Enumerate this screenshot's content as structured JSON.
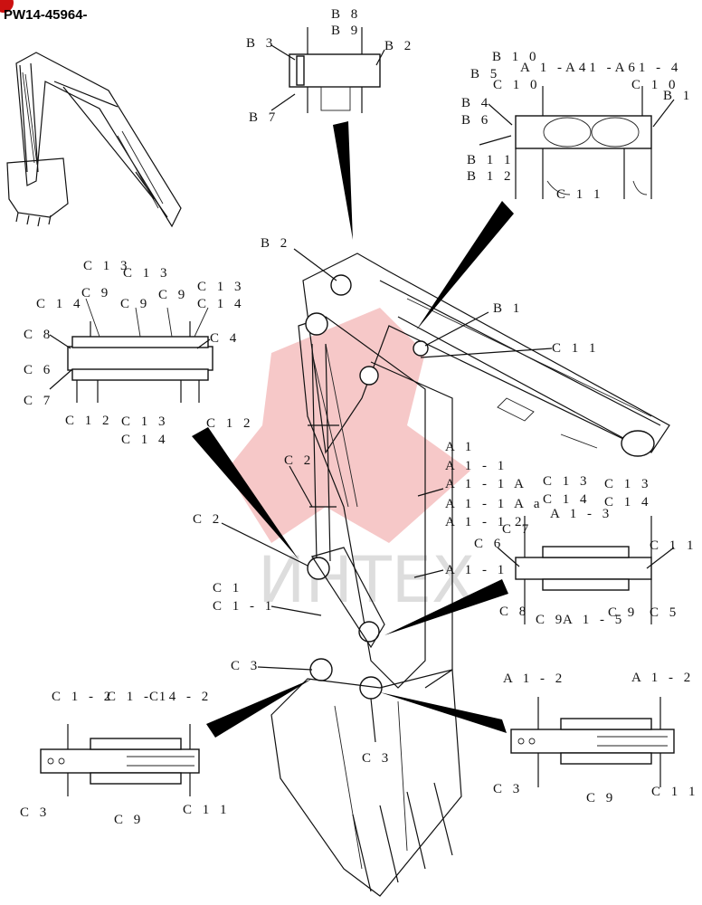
{
  "page": {
    "part_number": "PW14-45964-",
    "watermark": "ИНТЕХ",
    "accent_color": "#cc1111"
  },
  "labels": [
    {
      "id": "tr-b8",
      "text": "B 8"
    },
    {
      "id": "tr-b9",
      "text": "B 9"
    },
    {
      "id": "tr-b3",
      "text": "B 3"
    },
    {
      "id": "tr-b2",
      "text": "B 2"
    },
    {
      "id": "tr-b7",
      "text": "B 7"
    },
    {
      "id": "rt-b10",
      "text": "B 1 0"
    },
    {
      "id": "rt-a1",
      "text": "A 1 -A41 -A61 - 4"
    },
    {
      "id": "rt-b5",
      "text": "B 5"
    },
    {
      "id": "rt-c10a",
      "text": "C 1 0"
    },
    {
      "id": "rt-c10b",
      "text": "C 1 0"
    },
    {
      "id": "rt-b1",
      "text": "B 1"
    },
    {
      "id": "rt-b4",
      "text": "B 4"
    },
    {
      "id": "rt-b6",
      "text": "B 6"
    },
    {
      "id": "rt-b11",
      "text": "B 1 1"
    },
    {
      "id": "rt-b12",
      "text": "B 1 2"
    },
    {
      "id": "rt-c11",
      "text": "C 1 1"
    },
    {
      "id": "m-b2",
      "text": "B 2"
    },
    {
      "id": "m-b1",
      "text": "B 1"
    },
    {
      "id": "m-c11",
      "text": "C 1 1"
    },
    {
      "id": "ml-c13a",
      "text": "C 1 3"
    },
    {
      "id": "ml-c13b",
      "text": "C 1 3"
    },
    {
      "id": "ml-c13c",
      "text": "C 1 3"
    },
    {
      "id": "ml-c14a",
      "text": "C 1 4"
    },
    {
      "id": "ml-c9a",
      "text": "C 9"
    },
    {
      "id": "ml-c9b",
      "text": "C 9"
    },
    {
      "id": "ml-c9c",
      "text": "C 9"
    },
    {
      "id": "ml-c14b",
      "text": "C 1 4"
    },
    {
      "id": "ml-c8",
      "text": "C 8"
    },
    {
      "id": "ml-c4",
      "text": "C 4"
    },
    {
      "id": "ml-c6",
      "text": "C 6"
    },
    {
      "id": "ml-c7",
      "text": "C 7"
    },
    {
      "id": "ml-c12a",
      "text": "C 1 2"
    },
    {
      "id": "ml-c13d",
      "text": "C 1 3"
    },
    {
      "id": "ml-c14c",
      "text": "C 1 4"
    },
    {
      "id": "ml-c12b",
      "text": "C 1 2"
    },
    {
      "id": "m-c2a",
      "text": "C 2"
    },
    {
      "id": "m-c2b",
      "text": "C 2"
    },
    {
      "id": "m-a1",
      "text": "A 1"
    },
    {
      "id": "m-a11",
      "text": "A 1 - 1"
    },
    {
      "id": "m-a11a",
      "text": "A 1 - 1 A"
    },
    {
      "id": "m-a11aa",
      "text": "A 1 - 1 A a"
    },
    {
      "id": "m-a112",
      "text": "A 1 - 1 2"
    },
    {
      "id": "m-a11b",
      "text": "A 1 - 1"
    },
    {
      "id": "m-c1",
      "text": "C 1"
    },
    {
      "id": "m-c11b",
      "text": "C 1 - 1"
    },
    {
      "id": "m-c3",
      "text": "C 3"
    },
    {
      "id": "m-c3b",
      "text": "C 3"
    },
    {
      "id": "mr-c13a",
      "text": "C 1 3"
    },
    {
      "id": "mr-c13b",
      "text": "C 1 3"
    },
    {
      "id": "mr-c14a",
      "text": "C 1 4"
    },
    {
      "id": "mr-c14b",
      "text": "C 1 4"
    },
    {
      "id": "mr-a13",
      "text": "A 1 - 3"
    },
    {
      "id": "mr-c6",
      "text": "C 6"
    },
    {
      "id": "mr-c7",
      "text": "C 7"
    },
    {
      "id": "mr-c11",
      "text": "C 1 1"
    },
    {
      "id": "mr-c8",
      "text": "C 8"
    },
    {
      "id": "mr-c9a",
      "text": "C 9"
    },
    {
      "id": "mr-a15",
      "text": "A 1 - 5"
    },
    {
      "id": "mr-c9b",
      "text": "C 9"
    },
    {
      "id": "mr-c5",
      "text": "C 5"
    },
    {
      "id": "bl-c12",
      "text": "C 1 - 2"
    },
    {
      "id": "bl-c1",
      "text": "C 1 - 1"
    },
    {
      "id": "bl-c4",
      "text": "C 4 - 2"
    },
    {
      "id": "bl-c3",
      "text": "C 3"
    },
    {
      "id": "bl-c9",
      "text": "C 9"
    },
    {
      "id": "bl-c11",
      "text": "C 1 1"
    },
    {
      "id": "br-a12a",
      "text": "A 1 - 2"
    },
    {
      "id": "br-a12b",
      "text": "A 1 - 2"
    },
    {
      "id": "br-c3",
      "text": "C 3"
    },
    {
      "id": "br-c9",
      "text": "C 9"
    },
    {
      "id": "br-c11",
      "text": "C 1 1"
    }
  ]
}
